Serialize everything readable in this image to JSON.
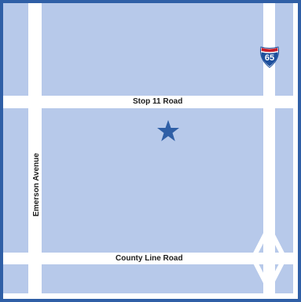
{
  "colors": {
    "land": "#b7c9ea",
    "frame": "#2f5fa6",
    "road": "#ffffff",
    "star": "#2f5fa6",
    "shield_blue": "#1d4f9c",
    "shield_red": "#c8202c"
  },
  "roads": {
    "stop11": {
      "label": "Stop 11 Road"
    },
    "countyline": {
      "label": "County Line Road"
    },
    "emerson": {
      "label": "Emerson Avenue"
    }
  },
  "interstate": {
    "number": "65",
    "icon": "interstate-shield-icon"
  },
  "marker": {
    "icon": "star-icon"
  }
}
